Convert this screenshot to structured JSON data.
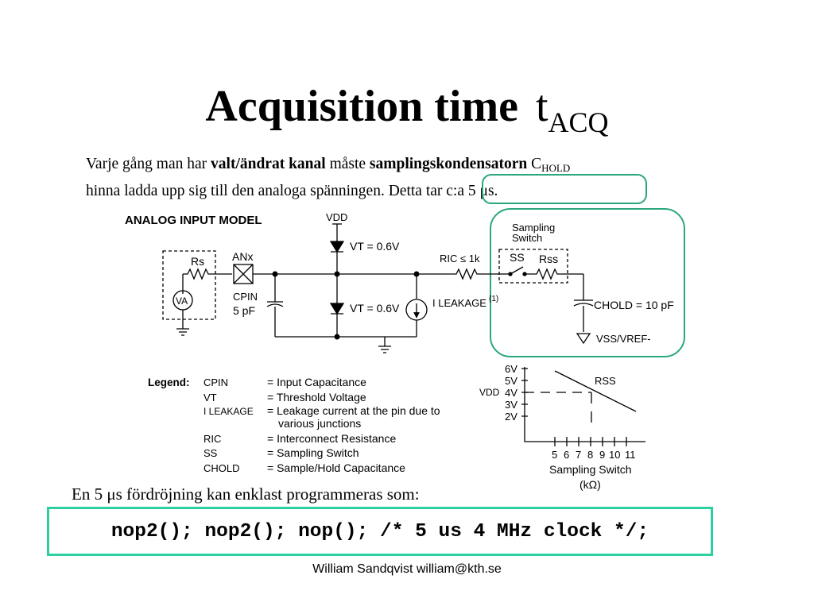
{
  "slide": {
    "title_main": "Acquisition time",
    "title_symbol": "t",
    "title_symbol_sub": "ACQ",
    "intro": {
      "part1": "Varje gång man har ",
      "bold1": "valt/ändrat kanal",
      "part2": " måste ",
      "bold2": "samplingskondensatorn",
      "part3": " C",
      "sub": "HOLD",
      "line2": "hinna ladda upp sig till den analoga spänningen. ",
      "highlight": "Detta tar c:a 5 μs."
    },
    "caption": "En 5 μs fördröjning kan enklast programmeras som:",
    "code": "nop2(); nop2(); nop(); /* 5 us 4 MHz clock */;",
    "footer": "William Sandqvist  william@kth.se"
  },
  "diagram": {
    "heading": "ANALOG INPUT MODEL",
    "vdd_top": "VDD",
    "vt_top": "VT = 0.6V",
    "vt_bottom": "VT = 0.6V",
    "rs": "Rs",
    "anx": "ANx",
    "va": "VA",
    "cpin_1": "CPIN",
    "cpin_2": "5 pF",
    "ric": "RIC ≤ 1k",
    "ileakage": "I LEAKAGE",
    "ileakage_note": "(1)",
    "sampling_switch_1": "Sampling",
    "sampling_switch_2": "Switch",
    "ss": "SS",
    "rss": "Rss",
    "chold": "CHOLD = 10 pF",
    "vss": "VSS/VREF-",
    "legend_title": "Legend:",
    "legend": [
      {
        "sym": "CPIN",
        "desc": "= Input Capacitance"
      },
      {
        "sym": "VT",
        "desc": "= Threshold Voltage"
      },
      {
        "sym": "I LEAKAGE",
        "desc": "= Leakage current at the pin due to"
      },
      {
        "sym": "",
        "desc": "various junctions"
      },
      {
        "sym": "RIC",
        "desc": "= Interconnect Resistance"
      },
      {
        "sym": "SS",
        "desc": "= Sampling Switch"
      },
      {
        "sym": "CHOLD",
        "desc": "= Sample/Hold Capacitance"
      }
    ],
    "graph": {
      "y_ticks": [
        "6V",
        "5V",
        "4V",
        "3V",
        "2V"
      ],
      "vdd_label": "VDD",
      "x_ticks": [
        "5",
        "6",
        "7",
        "8",
        "9",
        "10",
        "11"
      ],
      "curve_label": "RSS",
      "xlabel_1": "Sampling Switch",
      "xlabel_2": "(kΩ)"
    }
  }
}
